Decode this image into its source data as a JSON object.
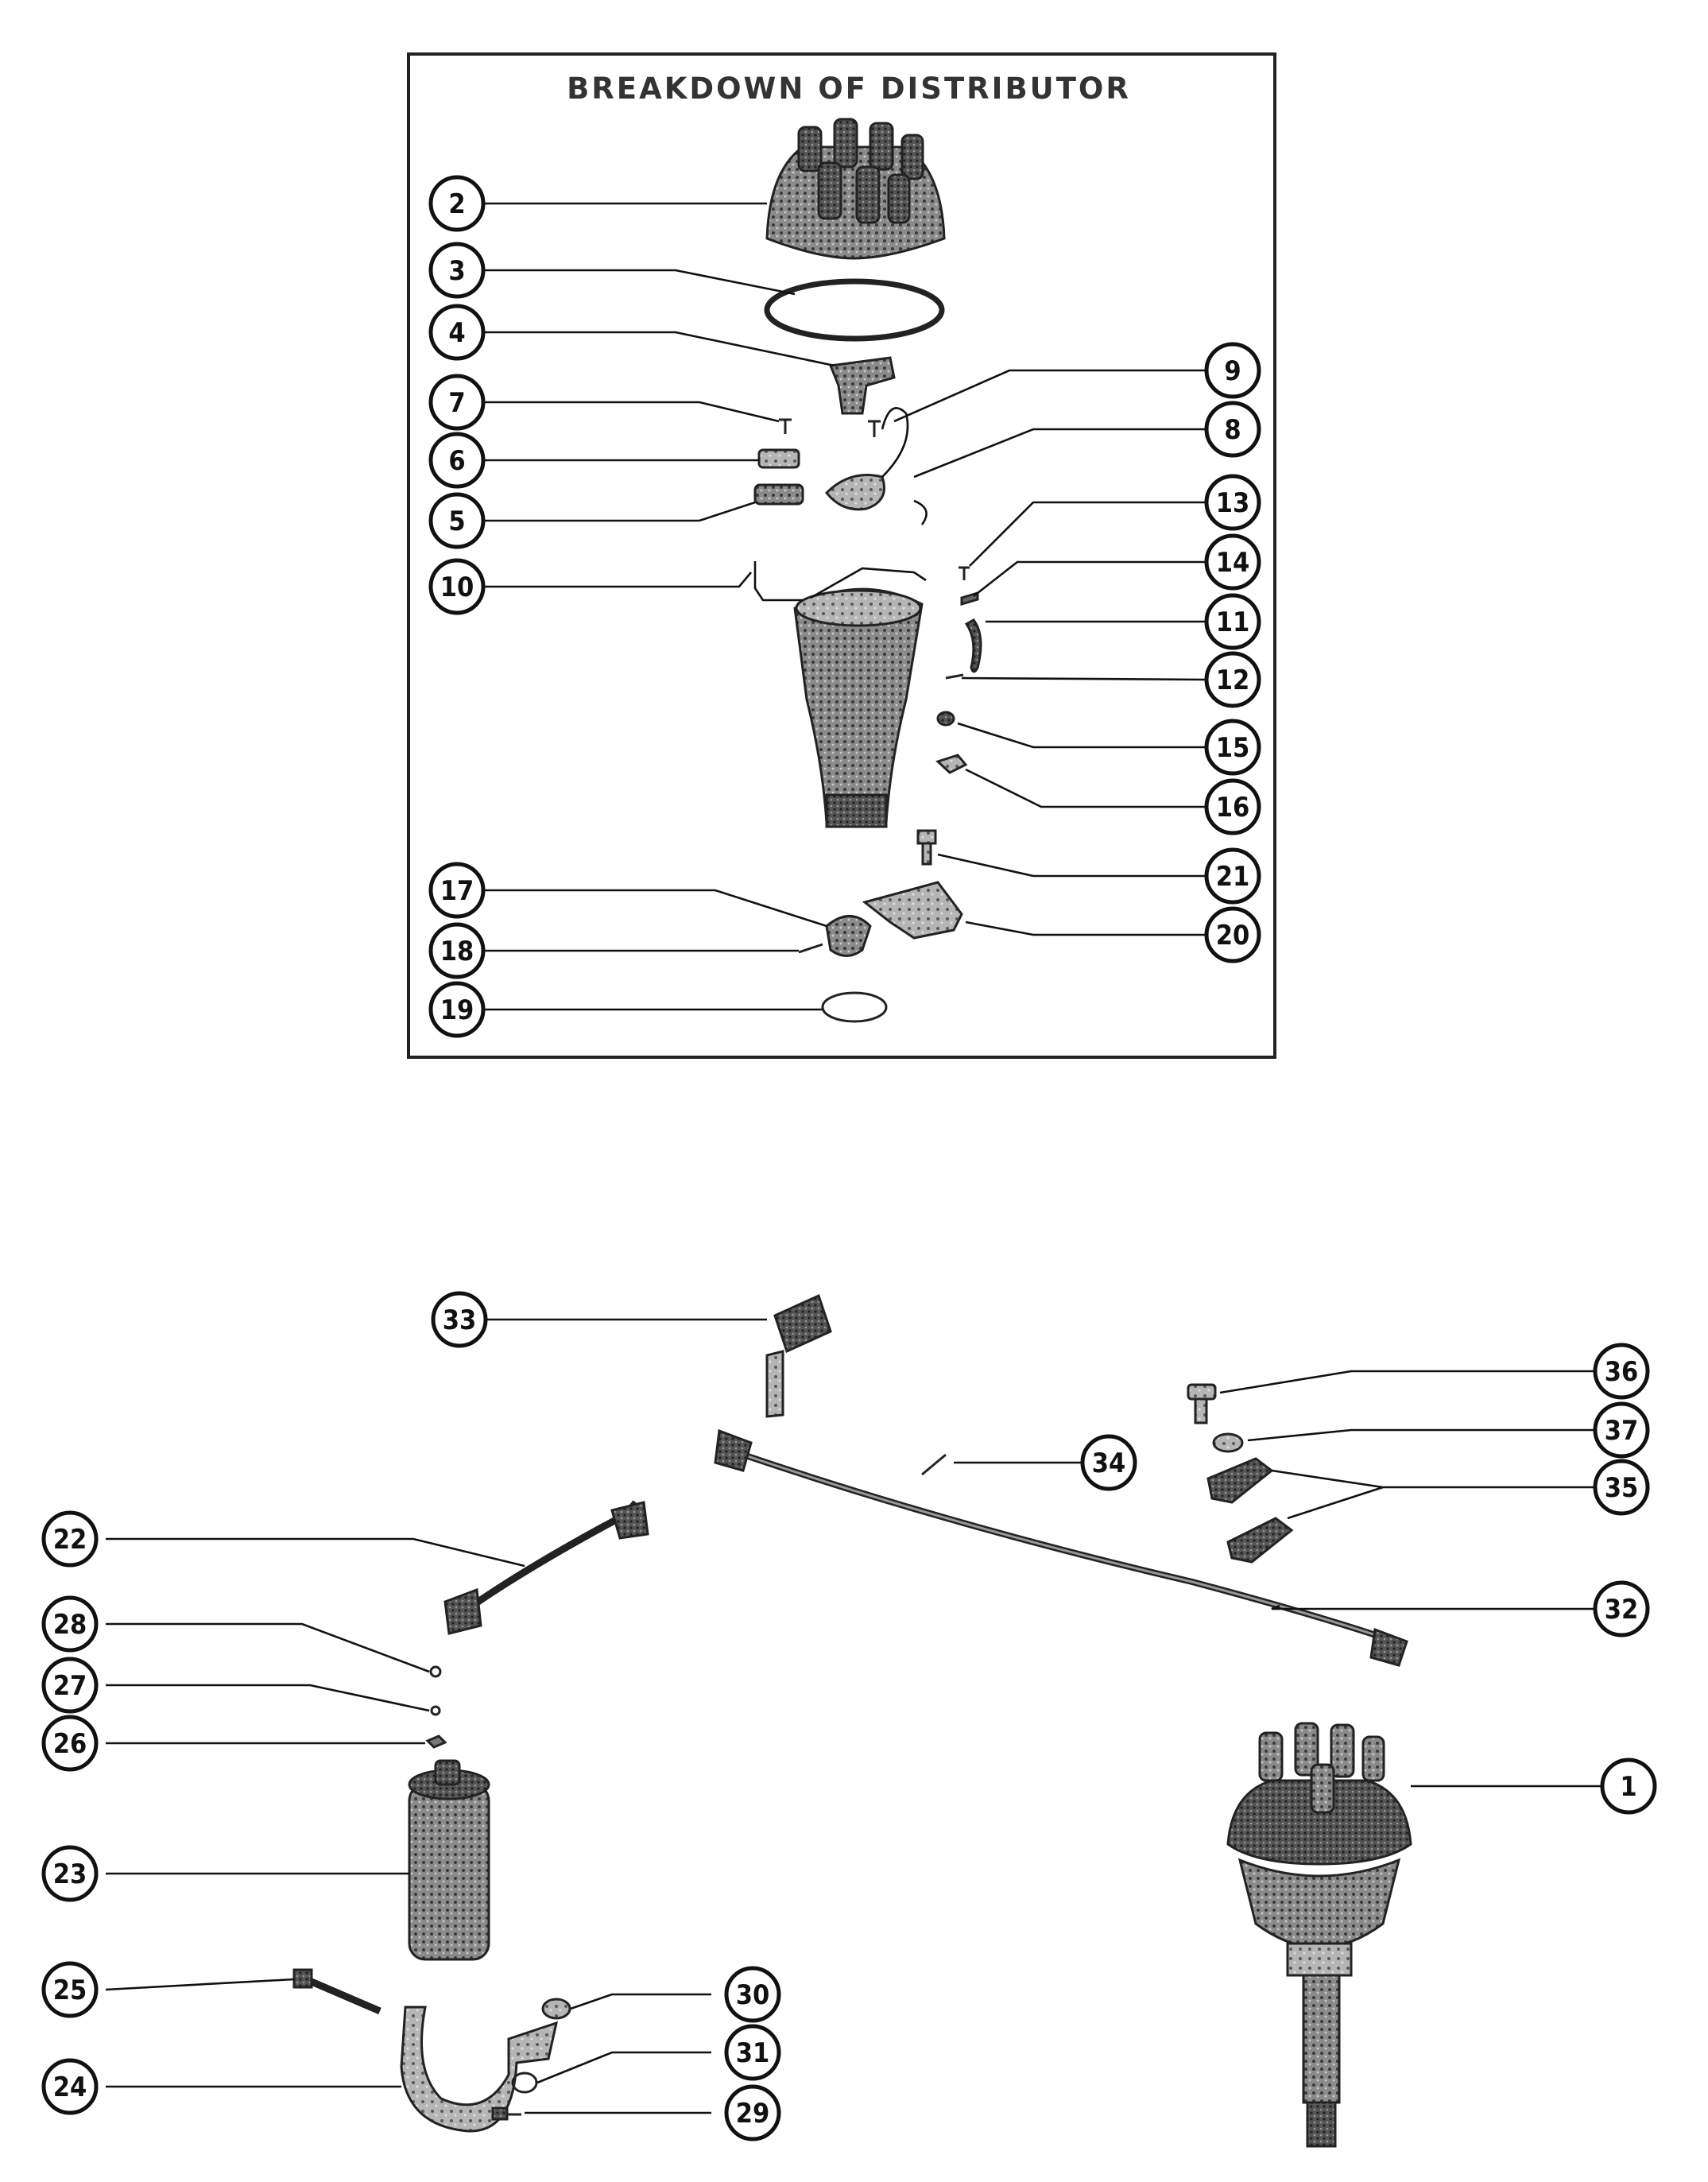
{
  "title": "BREAKDOWN OF DISTRIBUTOR",
  "callouts": {
    "c1": "1",
    "c2": "2",
    "c3": "3",
    "c4": "4",
    "c5": "5",
    "c6": "6",
    "c7": "7",
    "c8": "8",
    "c9": "9",
    "c10": "10",
    "c11": "11",
    "c12": "12",
    "c13": "13",
    "c14": "14",
    "c15": "15",
    "c16": "16",
    "c17": "17",
    "c18": "18",
    "c19": "19",
    "c20": "20",
    "c21": "21",
    "c22": "22",
    "c23": "23",
    "c24": "24",
    "c25": "25",
    "c26": "26",
    "c27": "27",
    "c28": "28",
    "c29": "29",
    "c30": "30",
    "c31": "31",
    "c32": "32",
    "c33": "33",
    "c34": "34",
    "c35": "35",
    "c36": "36",
    "c37": "37"
  }
}
